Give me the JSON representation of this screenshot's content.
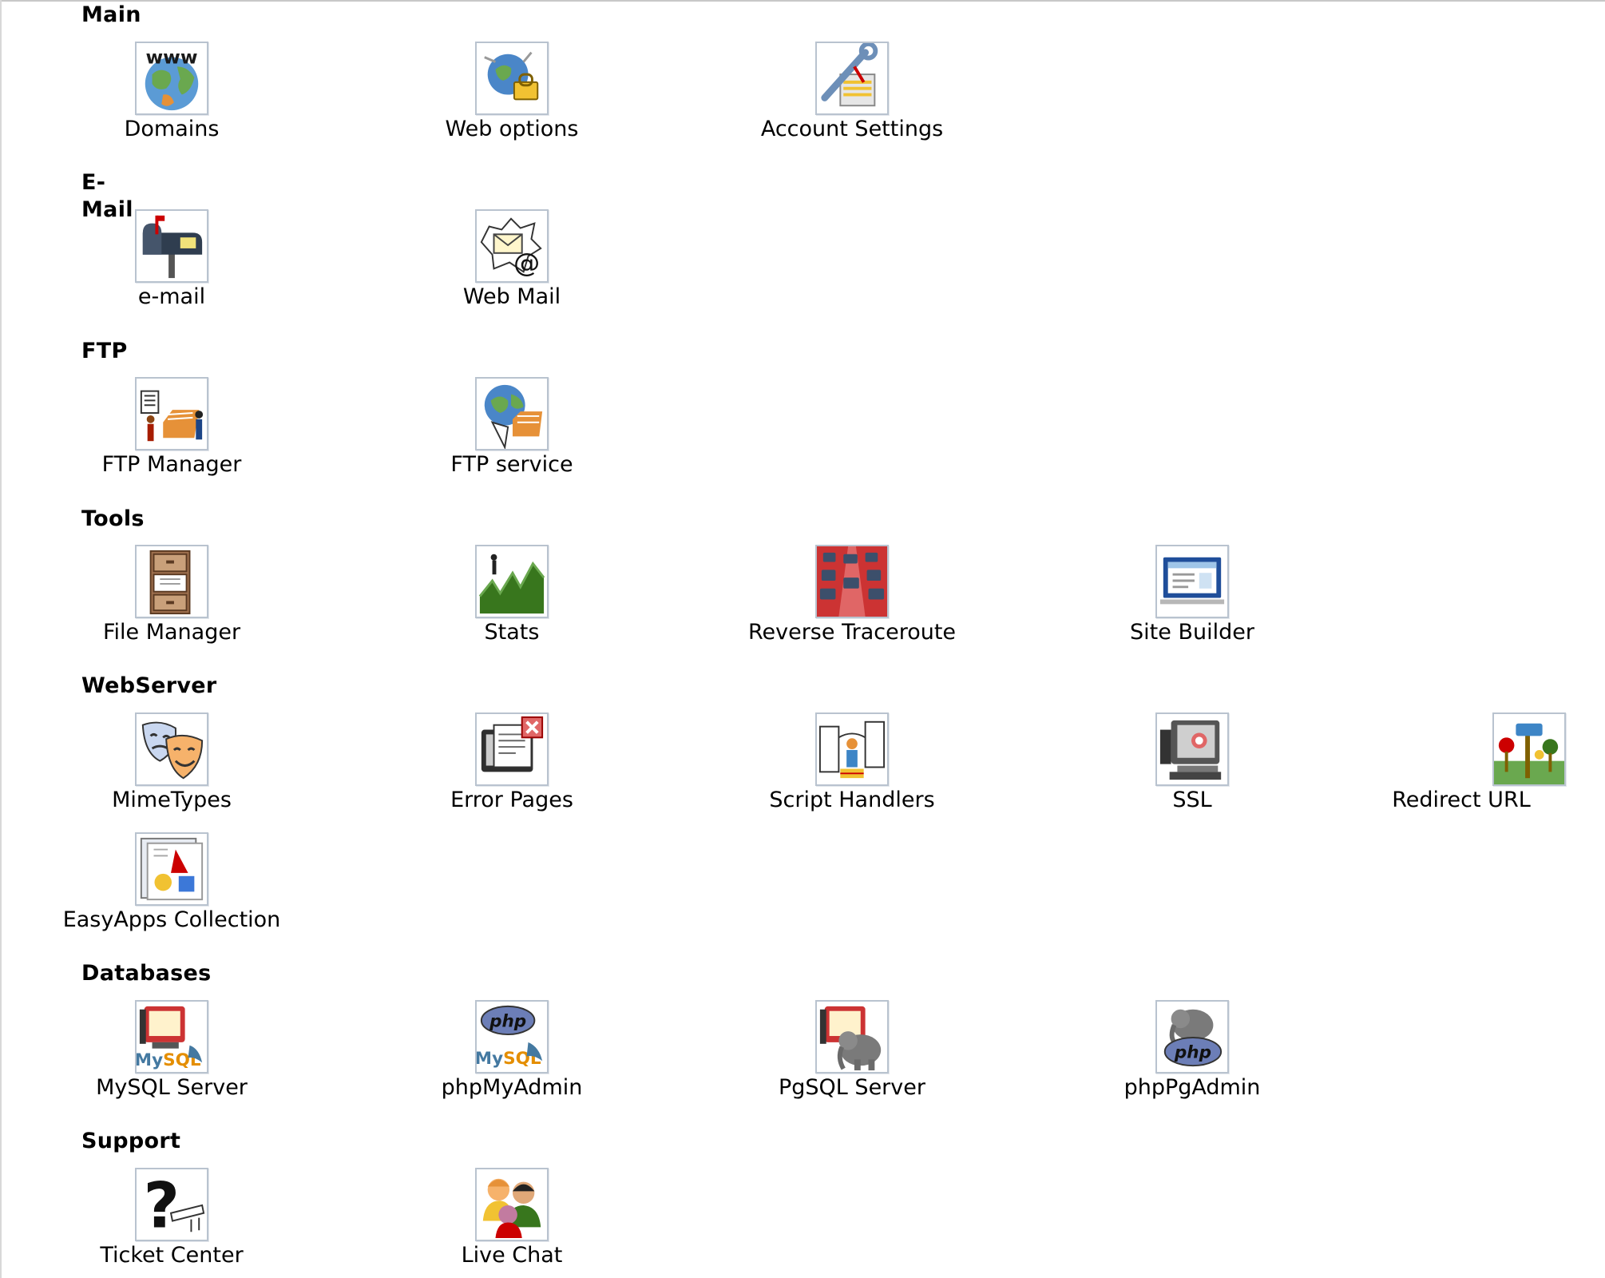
{
  "sections": [
    {
      "title": "Main",
      "items": [
        {
          "label": "Domains",
          "icon": "globe-www-icon"
        },
        {
          "label": "Web options",
          "icon": "web-options-icon"
        },
        {
          "label": "Account Settings",
          "icon": "account-settings-icon"
        }
      ]
    },
    {
      "title": "E-Mail",
      "items": [
        {
          "label": "e-mail",
          "icon": "mailbox-icon"
        },
        {
          "label": "Web Mail",
          "icon": "webmail-icon"
        }
      ]
    },
    {
      "title": "FTP",
      "items": [
        {
          "label": "FTP Manager",
          "icon": "ftp-manager-icon"
        },
        {
          "label": "FTP service",
          "icon": "ftp-service-icon"
        }
      ]
    },
    {
      "title": "Tools",
      "items": [
        {
          "label": "File Manager",
          "icon": "file-cabinet-icon"
        },
        {
          "label": "Stats",
          "icon": "stats-chart-icon"
        },
        {
          "label": "Reverse Traceroute",
          "icon": "traceroute-icon"
        },
        {
          "label": "Site Builder",
          "icon": "site-builder-icon"
        }
      ]
    },
    {
      "title": "WebServer",
      "items": [
        {
          "label": "MimeTypes",
          "icon": "theater-masks-icon"
        },
        {
          "label": "Error Pages",
          "icon": "error-pages-icon"
        },
        {
          "label": "Script Handlers",
          "icon": "script-handlers-icon"
        },
        {
          "label": "SSL",
          "icon": "ssl-computer-icon"
        },
        {
          "label": "Redirect URL",
          "icon": "redirect-signpost-icon"
        },
        {
          "label": "EasyApps Collection",
          "icon": "easyapps-shapes-icon"
        }
      ]
    },
    {
      "title": "Databases",
      "items": [
        {
          "label": "MySQL Server",
          "icon": "mysql-server-icon"
        },
        {
          "label": "phpMyAdmin",
          "icon": "phpmyadmin-icon"
        },
        {
          "label": "PgSQL Server",
          "icon": "pgsql-server-icon"
        },
        {
          "label": "phpPgAdmin",
          "icon": "phppgadmin-icon"
        }
      ]
    },
    {
      "title": "Support",
      "items": [
        {
          "label": "Ticket Center",
          "icon": "question-mark-icon"
        },
        {
          "label": "Live Chat",
          "icon": "chat-people-icon"
        }
      ]
    }
  ]
}
